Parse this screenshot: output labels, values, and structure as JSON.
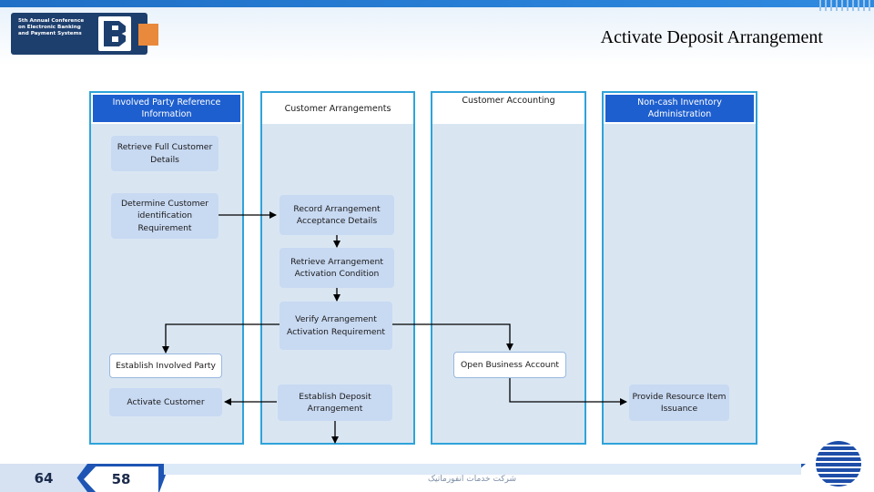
{
  "header": {
    "title": "Activate Deposit Arrangement",
    "logo_text": "5th Annual Conference on Electronic Banking and Payment Systems"
  },
  "lanes": [
    {
      "label": "Involved Party Reference Information"
    },
    {
      "label": "Customer Arrangements"
    },
    {
      "label": "Customer Accounting"
    },
    {
      "label": "Non-cash Inventory Administration"
    }
  ],
  "activities": {
    "retrieve_full_customer_details": "Retrieve Full Customer Details",
    "determine_customer_identification_requirement": "Determine Customer identification Requirement",
    "record_arrangement_acceptance_details": "Record Arrangement Acceptance Details",
    "retrieve_arrangement_activation_condition": "Retrieve Arrangement Activation Condition",
    "verify_arrangement_activation_requirement": "Verify Arrangement Activation Requirement",
    "establish_involved_party": "Establish Involved Party",
    "open_business_account": "Open Business Account",
    "activate_customer": "Activate Customer",
    "establish_deposit_arrangement": "Establish Deposit Arrangement",
    "provide_resource_item_issuance": "Provide Resource Item Issuance"
  },
  "footer": {
    "page_current": "64",
    "page_other": "58",
    "company_text": "شرکت خدمات انفورماتیک"
  },
  "colors": {
    "lane_header": "#1e5fcf",
    "lane_border": "#2fa3d9",
    "lane_fill": "#d9e6f2",
    "activity_fill": "#c8d9f2",
    "footer_band": "#1e55b4"
  }
}
